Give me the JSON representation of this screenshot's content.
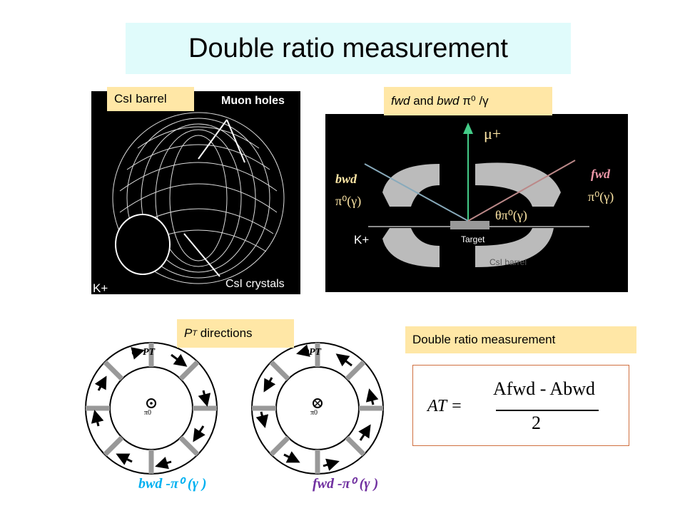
{
  "title": "Double ratio measurement",
  "labels": {
    "csi_barrel": "CsI barrel",
    "fwd_bwd": {
      "fwd": "fwd",
      "and": " and ",
      "bwd": "bwd",
      "rest": " π⁰ /γ"
    },
    "pt_directions": {
      "p": "P",
      "t": "T",
      "rest": " directions"
    },
    "double_ratio": "Double ratio measurement"
  },
  "barrel_image": {
    "muon_holes": "Muon holes",
    "csi_crystals": "CsI crystals",
    "kplus": "K+"
  },
  "decay_image": {
    "muplus": "μ+",
    "bwd": "bwd",
    "bwd_pi": "π⁰(γ)",
    "fwd": "fwd",
    "fwd_pi": "π⁰(γ)",
    "theta": "θπ⁰(γ)",
    "kplus": "K+",
    "target": "Target",
    "csi_barrel": "CsI barrel"
  },
  "pt_panels": {
    "pt_label": "PT",
    "pi0": "π0"
  },
  "captions": {
    "bwd": "bwd -π⁰ (γ )",
    "fwd": "fwd -π⁰ (γ )"
  },
  "formula": {
    "lhs": "AT =",
    "numerator": "Afwd - Abwd",
    "denominator": "2"
  },
  "colors": {
    "title_bg": "#e0fbfb",
    "label_bg": "#ffe7a6",
    "bwd_caption": "#00b0f0",
    "fwd_caption": "#7030a0"
  }
}
